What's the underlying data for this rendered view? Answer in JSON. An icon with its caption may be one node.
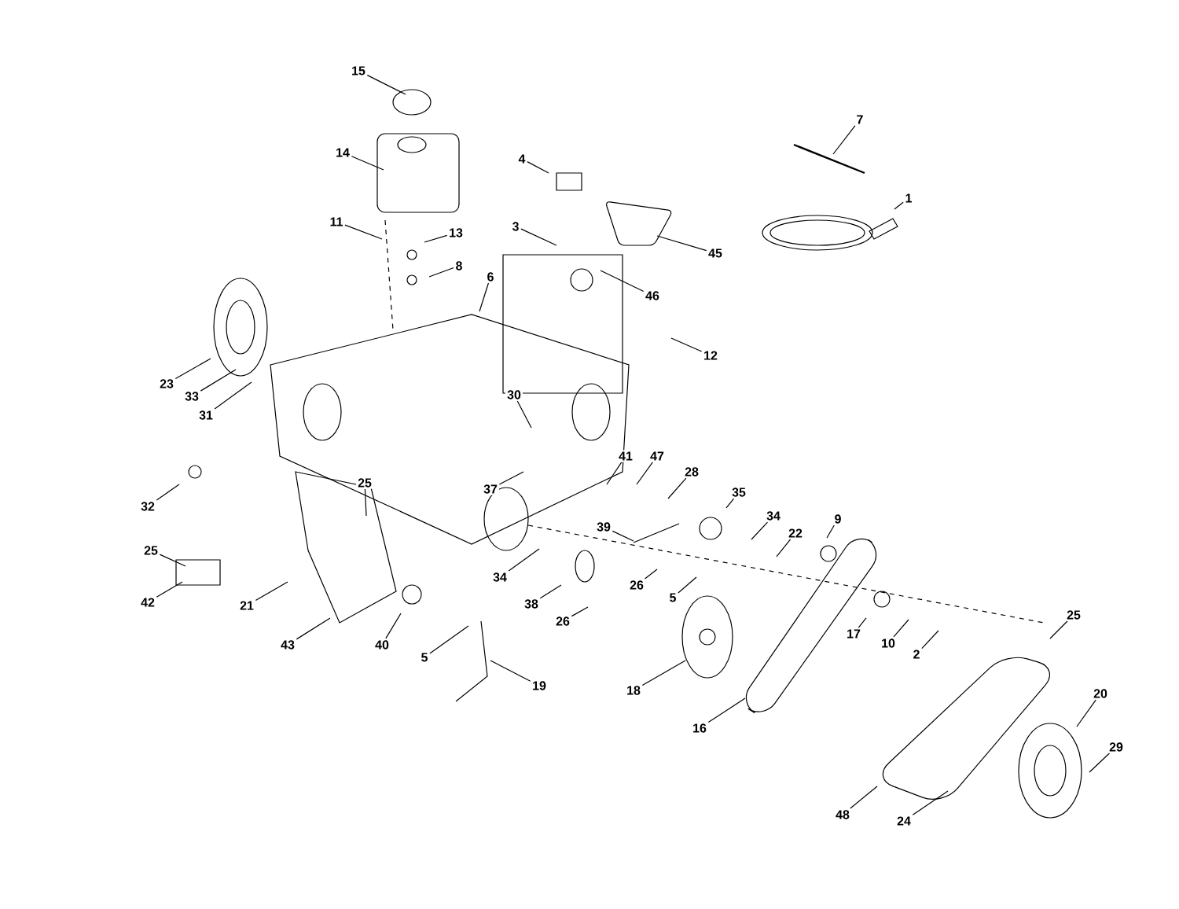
{
  "diagram": {
    "nodes": [
      {
        "text": [
          "15"
        ]
      },
      {
        "text": [
          "7"
        ]
      },
      {
        "text": [
          "14"
        ]
      },
      {
        "text": [
          "4"
        ]
      },
      {
        "text": [
          "1"
        ]
      },
      {
        "text": [
          "11"
        ]
      },
      {
        "text": [
          "3"
        ]
      },
      {
        "text": [
          "13"
        ]
      },
      {
        "text": [
          "45"
        ]
      },
      {
        "text": [
          "8"
        ]
      },
      {
        "text": [
          "6"
        ]
      },
      {
        "text": [
          "46"
        ]
      },
      {
        "text": [
          "12"
        ]
      },
      {
        "text": [
          "23"
        ]
      },
      {
        "text": [
          "30"
        ]
      },
      {
        "text": [
          "33"
        ]
      },
      {
        "text": [
          "31"
        ]
      },
      {
        "text": [
          "41"
        ]
      },
      {
        "text": [
          "47"
        ]
      },
      {
        "text": [
          "28"
        ]
      },
      {
        "text": [
          "25"
        ]
      },
      {
        "text": [
          "37"
        ]
      },
      {
        "text": [
          "35"
        ]
      },
      {
        "text": [
          "32"
        ]
      },
      {
        "text": [
          "34"
        ]
      },
      {
        "text": [
          "9"
        ]
      },
      {
        "text": [
          "39"
        ]
      },
      {
        "text": [
          "22"
        ]
      },
      {
        "text": [
          "25"
        ]
      },
      {
        "text": [
          "34"
        ]
      },
      {
        "text": [
          "26"
        ]
      },
      {
        "text": [
          "5"
        ]
      },
      {
        "text": [
          "42"
        ]
      },
      {
        "text": [
          "38"
        ]
      },
      {
        "text": [
          "21"
        ]
      },
      {
        "text": [
          "26"
        ]
      },
      {
        "text": [
          "25"
        ]
      },
      {
        "text": [
          "17"
        ]
      },
      {
        "text": [
          "10"
        ]
      },
      {
        "text": [
          "43"
        ]
      },
      {
        "text": [
          "40"
        ]
      },
      {
        "text": [
          "2"
        ]
      },
      {
        "text": [
          "5"
        ]
      },
      {
        "text": [
          "19"
        ]
      },
      {
        "text": [
          "18"
        ]
      },
      {
        "text": [
          "20"
        ]
      },
      {
        "text": [
          "16"
        ]
      },
      {
        "text": [
          "29"
        ]
      },
      {
        "text": [
          "48"
        ]
      },
      {
        "text": [
          "24"
        ]
      }
    ],
    "edges": [
      {
        "from": 0,
        "to": null,
        "arrow": "none"
      },
      {
        "from": 1,
        "to": null,
        "arrow": "none"
      },
      {
        "from": 2,
        "to": null,
        "arrow": "none"
      },
      {
        "from": 3,
        "to": null,
        "arrow": "none"
      },
      {
        "from": 4,
        "to": null,
        "arrow": "none"
      },
      {
        "from": 5,
        "to": null,
        "arrow": "none"
      },
      {
        "from": 6,
        "to": null,
        "arrow": "none"
      },
      {
        "from": 7,
        "to": null,
        "arrow": "none"
      },
      {
        "from": 8,
        "to": null,
        "arrow": "none"
      },
      {
        "from": 9,
        "to": null,
        "arrow": "none"
      },
      {
        "from": 10,
        "to": null,
        "arrow": "none"
      },
      {
        "from": 11,
        "to": null,
        "arrow": "none"
      },
      {
        "from": 12,
        "to": null,
        "arrow": "none"
      },
      {
        "from": 13,
        "to": null,
        "arrow": "none"
      },
      {
        "from": 14,
        "to": null,
        "arrow": "none"
      },
      {
        "from": 15,
        "to": null,
        "arrow": "none"
      },
      {
        "from": 16,
        "to": null,
        "arrow": "none"
      },
      {
        "from": 17,
        "to": null,
        "arrow": "none"
      },
      {
        "from": 18,
        "to": null,
        "arrow": "none"
      },
      {
        "from": 19,
        "to": null,
        "arrow": "none"
      },
      {
        "from": 20,
        "to": null,
        "arrow": "none"
      },
      {
        "from": 21,
        "to": null,
        "arrow": "none"
      },
      {
        "from": 22,
        "to": null,
        "arrow": "none"
      },
      {
        "from": 23,
        "to": null,
        "arrow": "none"
      },
      {
        "from": 24,
        "to": null,
        "arrow": "none"
      },
      {
        "from": 25,
        "to": null,
        "arrow": "none"
      },
      {
        "from": 26,
        "to": null,
        "arrow": "none"
      },
      {
        "from": 27,
        "to": null,
        "arrow": "none"
      },
      {
        "from": 28,
        "to": null,
        "arrow": "none"
      },
      {
        "from": 29,
        "to": null,
        "arrow": "none"
      },
      {
        "from": 30,
        "to": null,
        "arrow": "none"
      },
      {
        "from": 31,
        "to": null,
        "arrow": "none"
      },
      {
        "from": 32,
        "to": null,
        "arrow": "none"
      },
      {
        "from": 33,
        "to": null,
        "arrow": "none"
      },
      {
        "from": 34,
        "to": null,
        "arrow": "none"
      },
      {
        "from": 35,
        "to": null,
        "arrow": "none"
      },
      {
        "from": 36,
        "to": null,
        "arrow": "none"
      },
      {
        "from": 37,
        "to": null,
        "arrow": "none"
      },
      {
        "from": 38,
        "to": null,
        "arrow": "none"
      },
      {
        "from": 39,
        "to": null,
        "arrow": "none"
      },
      {
        "from": 40,
        "to": null,
        "arrow": "none"
      },
      {
        "from": 41,
        "to": null,
        "arrow": "none"
      },
      {
        "from": 42,
        "to": null,
        "arrow": "none"
      },
      {
        "from": 43,
        "to": null,
        "arrow": "none"
      },
      {
        "from": 44,
        "to": null,
        "arrow": "none"
      },
      {
        "from": 45,
        "to": null,
        "arrow": "none"
      },
      {
        "from": 46,
        "to": null,
        "arrow": "none"
      },
      {
        "from": 47,
        "to": null,
        "arrow": "none"
      },
      {
        "from": 48,
        "to": null,
        "arrow": "none"
      },
      {
        "from": 49,
        "to": null,
        "arrow": "none"
      }
    ]
  }
}
